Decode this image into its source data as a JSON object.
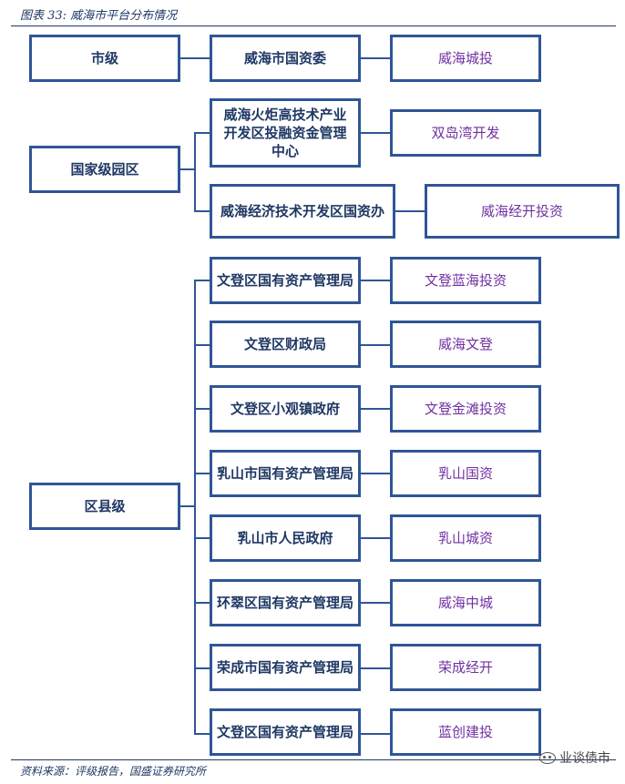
{
  "title": "图表 33:  威海市平台分布情况",
  "source": "资料来源：评级报告，国盛证券研究所",
  "watermark": "业谈债市",
  "colors": {
    "border": "#2f5597",
    "level_text": "#1f3864",
    "platform_text": "#7030a0"
  },
  "levels": [
    {
      "label": "市级",
      "groups": [
        {
          "owner": "威海市国资委",
          "platform": "威海城投"
        }
      ]
    },
    {
      "label": "国家级园区",
      "groups": [
        {
          "owner": "威海火炬高技术产业开发区投融资金管理中心",
          "platform": "双岛湾开发"
        },
        {
          "owner": "威海经济技术开发区国资办",
          "platform": "威海经开投资"
        }
      ]
    },
    {
      "label": "区县级",
      "groups": [
        {
          "owner": "文登区国有资产管理局",
          "platform": "文登蓝海投资"
        },
        {
          "owner": "文登区财政局",
          "platform": "威海文登"
        },
        {
          "owner": "文登区小观镇政府",
          "platform": "文登金滩投资"
        },
        {
          "owner": "乳山市国有资产管理局",
          "platform": "乳山国资"
        },
        {
          "owner": "乳山市人民政府",
          "platform": "乳山城资"
        },
        {
          "owner": "环翠区国有资产管理局",
          "platform": "威海中城"
        },
        {
          "owner": "荣成市国有资产管理局",
          "platform": "荣成经开"
        },
        {
          "owner": "文登区国有资产管理局",
          "platform": "蓝创建投"
        }
      ]
    }
  ]
}
